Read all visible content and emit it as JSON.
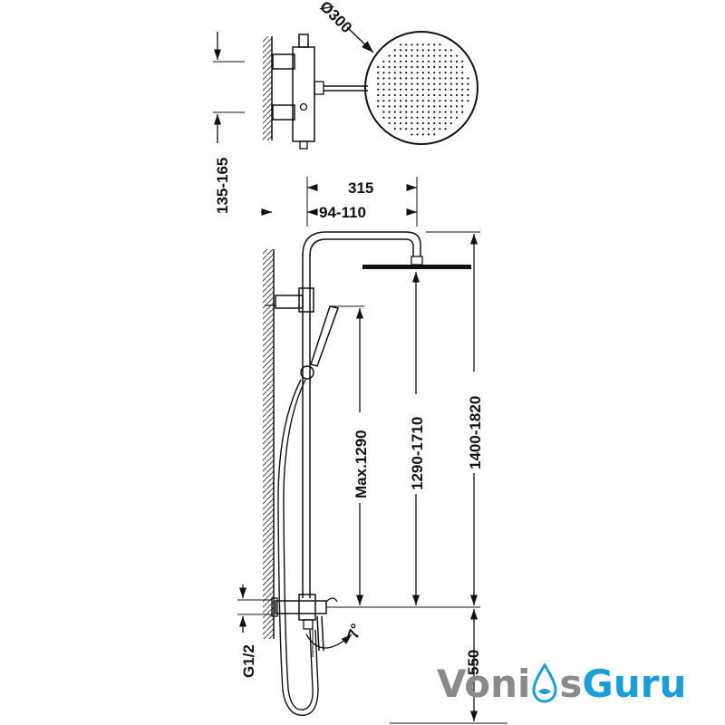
{
  "dimensions": {
    "head_diameter": "Ø300",
    "arm_length": "315",
    "head_offset": "94-110",
    "wall_spacing": "135-165",
    "hand_max": "Max.1290",
    "head_height_range": "1290-1710",
    "total_height_range": "1400-1820",
    "connection": "G1/2",
    "angle": "7°",
    "mount_height": "550"
  },
  "logo": {
    "part1": "Voni",
    "part2": "s",
    "part3": "Guru",
    "gray_color": "#8a8a8a",
    "blue_color": "#1b9ed8"
  }
}
